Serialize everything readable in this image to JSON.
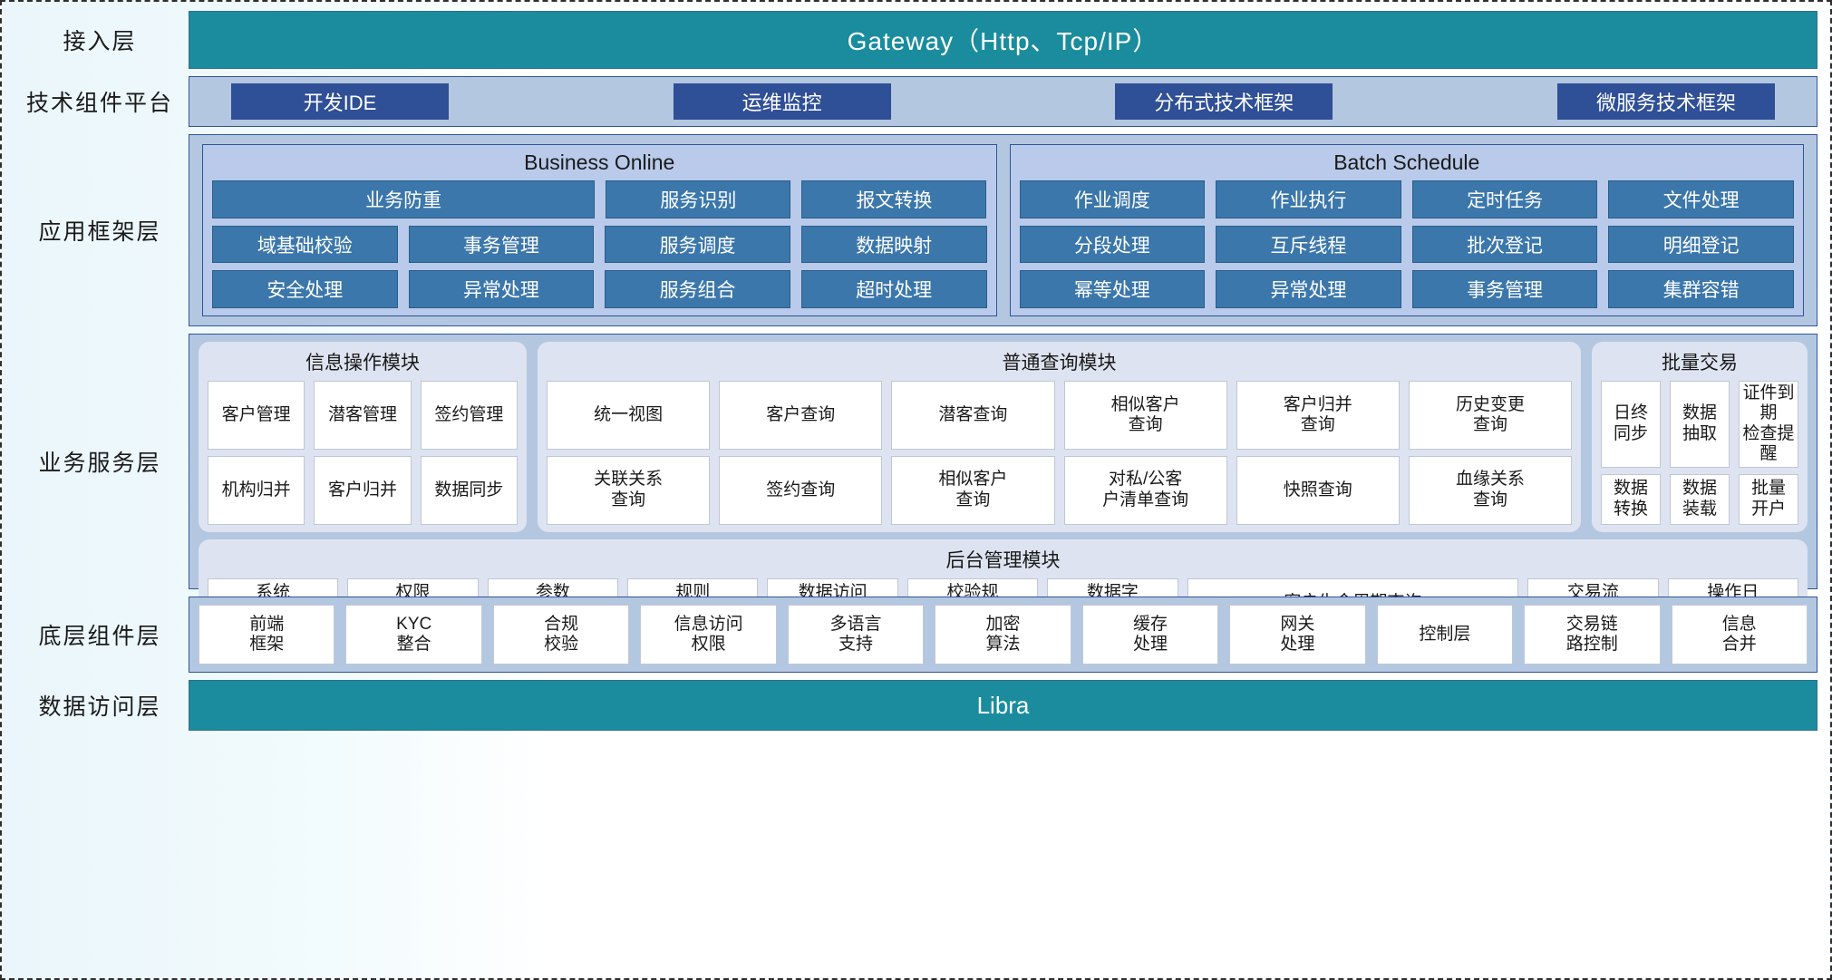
{
  "layers": [
    {
      "label": "接入层"
    },
    {
      "label": "技术组件平台"
    },
    {
      "label": "应用框架层"
    },
    {
      "label": "业务服务层"
    },
    {
      "label": "底层组件层"
    },
    {
      "label": "数据访问层"
    }
  ],
  "colors": {
    "teal": "#1a8c9e",
    "band_blue": "#b4c7e0",
    "chip_navy": "#2f4f96",
    "fw_cell_blue": "#3b77ab",
    "panel_light": "#dde3f0",
    "border_navy": "#2f5597"
  },
  "gateway": {
    "title": "Gateway（Http、Tcp/IP）"
  },
  "tech_platform": {
    "chips": [
      {
        "label": "开发IDE"
      },
      {
        "label": "运维监控"
      },
      {
        "label": "分布式技术框架"
      },
      {
        "label": "微服务技术框架"
      }
    ]
  },
  "app_framework": {
    "groups": [
      {
        "title": "Business Online",
        "rows": [
          [
            {
              "label": "业务防重",
              "span": 2
            },
            {
              "label": "服务识别"
            },
            {
              "label": "报文转换"
            }
          ],
          [
            {
              "label": "域基础校验"
            },
            {
              "label": "事务管理"
            },
            {
              "label": "服务调度"
            },
            {
              "label": "数据映射"
            }
          ],
          [
            {
              "label": "安全处理"
            },
            {
              "label": "异常处理"
            },
            {
              "label": "服务组合"
            },
            {
              "label": "超时处理"
            }
          ]
        ]
      },
      {
        "title": "Batch Schedule",
        "rows": [
          [
            {
              "label": "作业调度"
            },
            {
              "label": "作业执行"
            },
            {
              "label": "定时任务"
            },
            {
              "label": "文件处理"
            }
          ],
          [
            {
              "label": "分段处理"
            },
            {
              "label": "互斥线程"
            },
            {
              "label": "批次登记"
            },
            {
              "label": "明细登记"
            }
          ],
          [
            {
              "label": "幂等处理"
            },
            {
              "label": "异常处理"
            },
            {
              "label": "事务管理"
            },
            {
              "label": "集群容错"
            }
          ]
        ]
      }
    ]
  },
  "business_service": {
    "panels_top": [
      {
        "key": "info",
        "title": "信息操作模块",
        "rows": [
          [
            {
              "label": "客户管理"
            },
            {
              "label": "潜客管理"
            },
            {
              "label": "签约管理"
            }
          ],
          [
            {
              "label": "机构归并"
            },
            {
              "label": "客户归并"
            },
            {
              "label": "数据同步"
            }
          ]
        ]
      },
      {
        "key": "query",
        "title": "普通查询模块",
        "rows": [
          [
            {
              "label": "统一视图"
            },
            {
              "label": "客户查询"
            },
            {
              "label": "潜客查询"
            },
            {
              "label": "相似客户\n查询"
            },
            {
              "label": "客户归并\n查询"
            },
            {
              "label": "历史变更\n查询"
            }
          ],
          [
            {
              "label": "关联关系\n查询"
            },
            {
              "label": "签约查询"
            },
            {
              "label": "相似客户\n查询"
            },
            {
              "label": "对私/公客\n户清单查询"
            },
            {
              "label": "快照查询"
            },
            {
              "label": "血缘关系\n查询"
            }
          ]
        ]
      },
      {
        "key": "batch",
        "title": "批量交易",
        "rows": [
          [
            {
              "label": "日终\n同步"
            },
            {
              "label": "数据\n抽取"
            },
            {
              "label": "证件到期\n检查提醒"
            }
          ],
          [
            {
              "label": "数据\n转换"
            },
            {
              "label": "数据\n装载"
            },
            {
              "label": "批量\n开户"
            }
          ]
        ]
      }
    ],
    "admin_panel": {
      "key": "admin",
      "title": "后台管理模块",
      "rows": [
        [
          {
            "label": "系统\n管理"
          },
          {
            "label": "权限\n管理"
          },
          {
            "label": "参数\n管理"
          },
          {
            "label": "规则\n配置"
          },
          {
            "label": "数据访问\n控制"
          },
          {
            "label": "校验规\n则管理"
          },
          {
            "label": "数据字\n典管理"
          },
          {
            "label": "客户生命周期查询",
            "wide": true
          },
          {
            "label": "交易流\n水查询"
          },
          {
            "label": "操作日\n志查询"
          }
        ]
      ]
    }
  },
  "base_components": {
    "cells": [
      {
        "label": "前端\n框架"
      },
      {
        "label": "KYC\n整合"
      },
      {
        "label": "合规\n校验"
      },
      {
        "label": "信息访问\n权限"
      },
      {
        "label": "多语言\n支持"
      },
      {
        "label": "加密\n算法"
      },
      {
        "label": "缓存\n处理"
      },
      {
        "label": "网关\n处理"
      },
      {
        "label": "控制层"
      },
      {
        "label": "交易链\n路控制"
      },
      {
        "label": "信息\n合并"
      }
    ]
  },
  "data_access": {
    "title": "Libra"
  }
}
